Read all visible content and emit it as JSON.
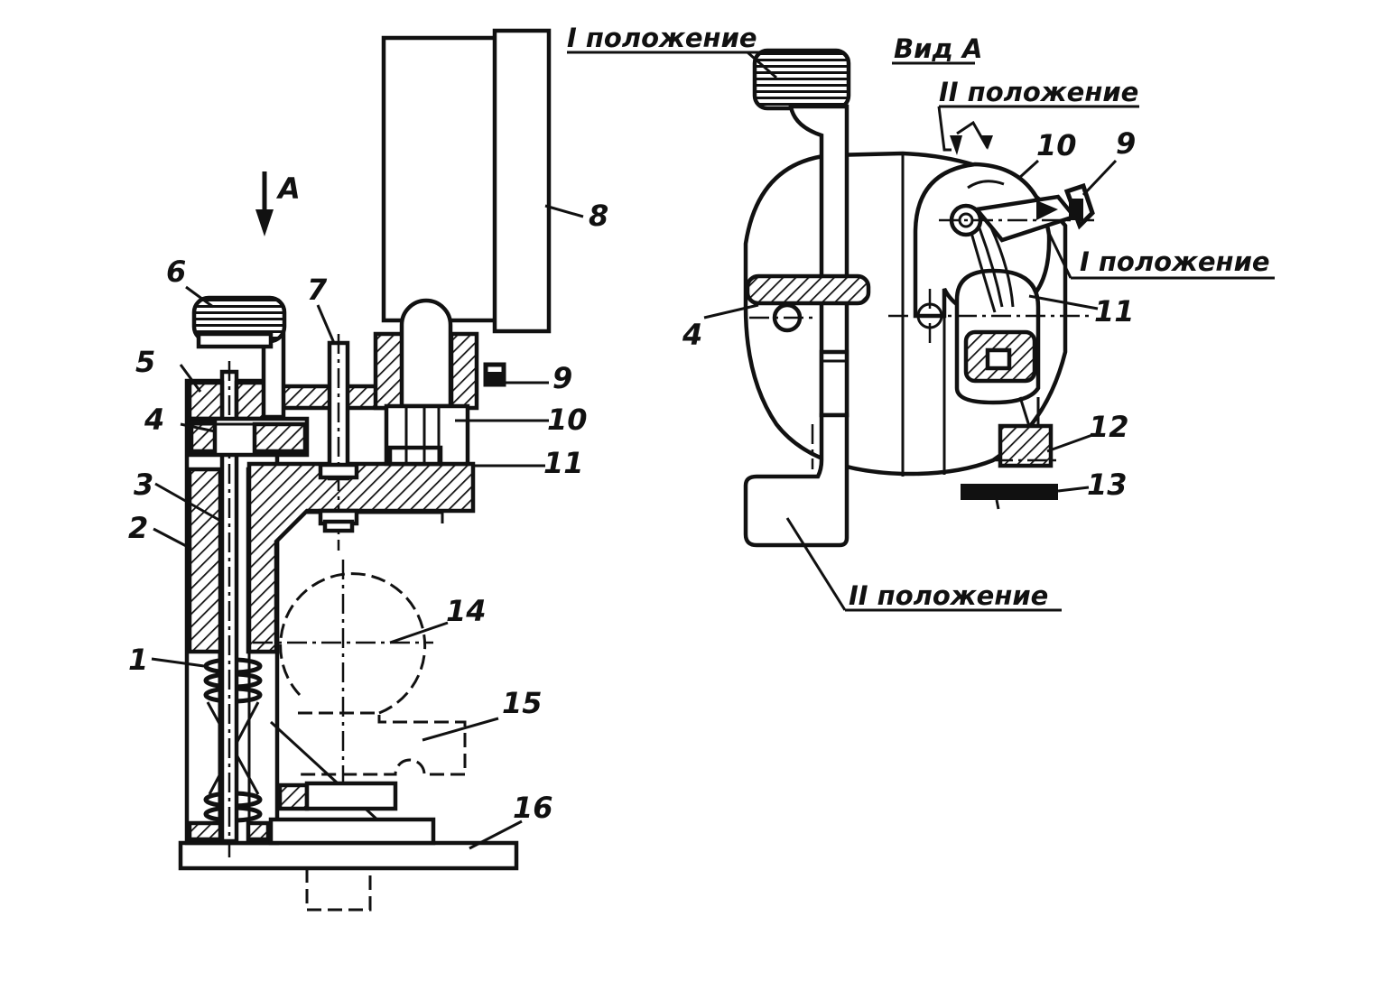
{
  "labels": {
    "n1": "1",
    "n2": "2",
    "n3": "3",
    "n4": "4",
    "n5": "5",
    "n6": "6",
    "n7": "7",
    "n8": "8",
    "n9": "9",
    "n10": "10",
    "n11": "11",
    "n14": "14",
    "n15": "15",
    "n16": "16",
    "arrow_a": "A",
    "r_n4": "4",
    "r_n9": "9",
    "r_n10": "10",
    "r_n11": "11",
    "r_n12": "12",
    "r_n13": "13"
  },
  "captions": {
    "pos1_top": "I положение",
    "view_a": "Вид А",
    "pos2_top": "II положение",
    "pos1_right": "I положение",
    "pos2_bottom": "II положение"
  }
}
